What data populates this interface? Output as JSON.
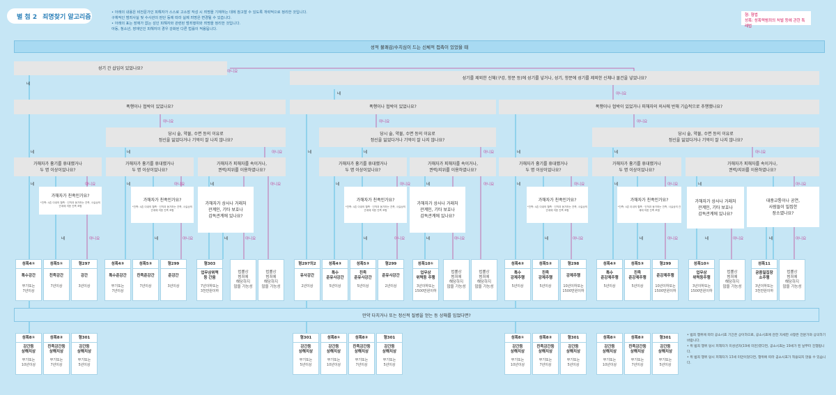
{
  "header": {
    "badge_prefix": "별 첨",
    "badge_num": "2",
    "badge_title": "죄명찾기 알고리즘",
    "note_lines": [
      "• 아래의 내용은 비전문가인 피해자가 스스로 고소장 작성 시 죄명을 기재하는 데에 참고할 수 있도록 개략적으로 정리한 것입니다.",
      "  구체적인 범죄사실 및 수사관의 판단 등에 따라 실제 죄명은 변경될 수 있습니다.",
      "• 아래의 표는 장애가 없는 성인 피해자와 관련된 범죄행위와 죄명을 정리한 것입니다.",
      "  아동, 청소년, 장애인인 피해자의 경우 강화된 다른 법률이 적용됩니다."
    ],
    "legend": [
      "형: 형법",
      "성폭: 성폭력범죄의 처벌 등에 관한 특례법"
    ]
  },
  "top_question": "성적 불쾌감/수치심이 드는 신체적 접촉이 있었을 때",
  "labels": {
    "yes": "네",
    "no": "아니요"
  },
  "questions": {
    "q1": "성기 간 삽입이 있었나요?",
    "q2": "성기를 제외한 신체(구강, 항문 등)에 성기를 넣거나, 성기, 항문에 성기를 제외한 신체나 물건을 넣었나요?",
    "violence": "폭행이나 협박이 있었나요?",
    "violence_c": "폭행이나 협박이 있었거나 피해자의 의사에 반해 기습적으로 추행했나요?",
    "incap": "당시 술, 약물, 수면 등의 이유로\n정신을 잃었다거나 기억이 잘 나지 않나요?",
    "weapon": "가해자가 흉기를 휴대했거나\n두 명 이상이었나요?",
    "deceit": "가해자가 피해자를 속이거나,\n권력/지위를 이용하였나요?",
    "relative": "가해자가 친족인가요?",
    "relative_note": "*친족: 4촌 이내의 혈족 · 인척과 동거하는 친족, 사실상의 관계에 의한 친족 포함",
    "supervisor": "가해자가 상사나 거래처\n관계인, 기타 보호나\n감독관계에 있나요?",
    "public_place": "대중교통이나 공연,\n사람들이 밀집한\n장소였나요?",
    "injury": "만약 다치거나 또는 정신적 질병을 얻는 등 상해를 입었다면?"
  },
  "cards_row1": [
    {
      "code": "성폭4①",
      "name": "특수강간",
      "penalty": "무기또는\n7년이상"
    },
    {
      "code": "성폭5①",
      "name": "친족강간",
      "penalty": "7년이상"
    },
    {
      "code": "형297",
      "name": "강간",
      "penalty": "3년이상"
    },
    {
      "code": "성폭4③",
      "name": "특수준강간",
      "penalty": "무기또는\n7년이상"
    },
    {
      "code": "성폭5③",
      "name": "친족준강간",
      "penalty": "7년이상"
    },
    {
      "code": "형299",
      "name": "준강간",
      "penalty": "3년이상"
    },
    {
      "code": "형303",
      "name": "업무상위력\n등 간음",
      "penalty": "7년이하또는\n3천만원이하"
    },
    {
      "code": "",
      "name": "",
      "penalty": "",
      "na": "법률상\n범죄에\n해당하지\n않을 가능성"
    },
    {
      "code": "",
      "name": "",
      "penalty": "",
      "na": "법률상\n범죄에\n해당하지\n않을 가능성"
    },
    {
      "code": "형297의2",
      "name": "유사강간",
      "penalty": "2년이상"
    },
    {
      "code": "성폭4③",
      "name": "특수\n준유사강간",
      "penalty": "5년이상"
    },
    {
      "code": "성폭5③",
      "name": "친족\n준유사강간",
      "penalty": "5년이상"
    },
    {
      "code": "형299",
      "name": "준유사강간",
      "penalty": "2년이상"
    },
    {
      "code": "성폭10①",
      "name": "업무상\n위력등 추행",
      "penalty": "3년이하또는\n1500만원이하"
    },
    {
      "code": "",
      "name": "",
      "penalty": "",
      "na": "법률상\n범죄에\n해당하지\n않을 가능성"
    },
    {
      "code": "",
      "name": "",
      "penalty": "",
      "na": "법률상\n범죄에\n해당하지\n않을 가능성"
    },
    {
      "code": "성폭4②",
      "name": "특수\n강제추행",
      "penalty": "5년이상"
    },
    {
      "code": "성폭5②",
      "name": "친족\n강제추행",
      "penalty": "5년이상"
    },
    {
      "code": "형298",
      "name": "강제추행",
      "penalty": "10년이하또는\n1500만원이하"
    },
    {
      "code": "성폭4③",
      "name": "특수\n준강제추행",
      "penalty": "5년이상"
    },
    {
      "code": "성폭5③",
      "name": "친족\n준강제추행",
      "penalty": "5년이상"
    },
    {
      "code": "형299",
      "name": "준강제추행",
      "penalty": "10년이하또는\n1500만원이하"
    },
    {
      "code": "성폭10①",
      "name": "업무상\n위력등추행",
      "penalty": "3년이하또는\n1500만원이하"
    },
    {
      "code": "",
      "name": "",
      "penalty": "",
      "na": "법률상\n범죄에\n해당하지\n않을 가능성"
    },
    {
      "code": "성폭11",
      "name": "공중밀집장\n소추행",
      "penalty": "3년이하또는\n3천만원이하"
    },
    {
      "code": "",
      "name": "",
      "penalty": "",
      "na": "법률상\n범죄에\n해당하지\n않을 가능성"
    }
  ],
  "cards_row2": [
    {
      "code": "성폭8①",
      "name": "강간등\n상해치상",
      "penalty": "무기또는\n10년이상"
    },
    {
      "code": "성폭8②",
      "name": "친족강간등\n상해치상",
      "penalty": "무기또는\n7년이상"
    },
    {
      "code": "형301",
      "name": "강간등\n상해치상",
      "penalty": "무기또는\n5년이상"
    },
    {
      "code": "성폭8①",
      "name": "강간등\n상해치상",
      "penalty": "무기또는\n10년이상"
    },
    {
      "code": "성폭8②",
      "name": "친족강간등\n상해치상",
      "penalty": "무기또는\n7년이상"
    },
    {
      "code": "형301",
      "name": "강간등\n상해치상",
      "penalty": "무기또는\n5년이상"
    },
    {
      "code": "형301",
      "name": "강간등\n상해치상",
      "penalty": "무기또는\n5년이상"
    },
    {
      "code": "성폭8①",
      "name": "강간등\n상해치상",
      "penalty": "무기또는\n10년이상"
    },
    {
      "code": "성폭8②",
      "name": "친족강간등\n상해치상",
      "penalty": "무기또는\n7년이상"
    },
    {
      "code": "형301",
      "name": "강간등\n상해치상",
      "penalty": "무기또는\n5년이상"
    },
    {
      "code": "성폭8①",
      "name": "강간등\n상해치상",
      "penalty": "무기또는\n10년이상"
    },
    {
      "code": "성폭8②",
      "name": "친족강간등\n상해치상",
      "penalty": "무기또는\n7년이상"
    },
    {
      "code": "형301",
      "name": "강간등\n상해치상",
      "penalty": "무기또는\n5년이상"
    },
    {
      "code": "성폭8①",
      "name": "강간등\n상해치상",
      "penalty": "무기또는\n10년이상"
    },
    {
      "code": "성폭8②",
      "name": "친족강간등\n상해치상",
      "penalty": "무기또는\n7년이상"
    },
    {
      "code": "형301",
      "name": "강간등\n상해치상",
      "penalty": "무기또는\n5년이상"
    }
  ],
  "bottom_notes": [
    "• 범죄 행위에 따라 공소시효 기간은 상이하므로, 공소시효에 관한 자세한 사항은 전문가와 상의하기 바랍니다.",
    "• 위 범죄 행위 당시 피해자가 미성년자(19세 미만)였다면, 공소시효는 19세가 된 날부터 진행됩니다.",
    "• 위 범죄 행위 당시 피해자가 13세 미만이었다면, 행위에 따라 공소시효가 적용되지 않을 수 있습니다."
  ],
  "colors": {
    "yes_line": "#3fb4de",
    "no_line": "#c24a9a",
    "background": "#c6e6f5"
  }
}
